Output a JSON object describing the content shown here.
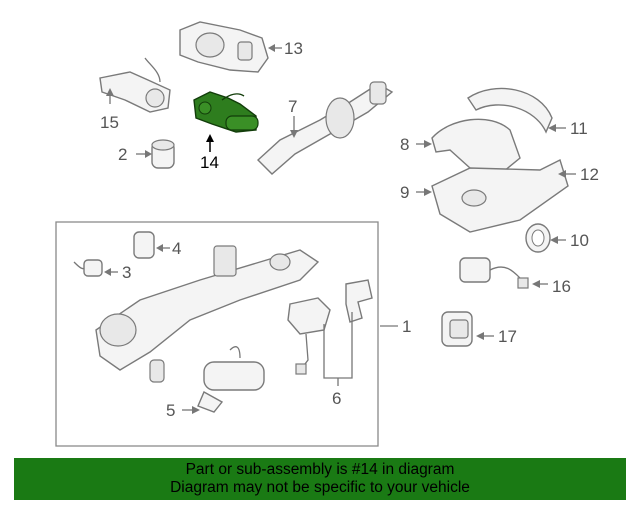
{
  "diagram": {
    "callouts": [
      "1",
      "2",
      "3",
      "4",
      "5",
      "6",
      "7",
      "8",
      "9",
      "10",
      "11",
      "12",
      "13",
      "14",
      "15",
      "16",
      "17"
    ],
    "highlighted_part": "14",
    "highlight_color": "#2e7d1e"
  },
  "banner": {
    "line1": "Part or sub-assembly is #14 in diagram",
    "line2": "Diagram may not be specific to your vehicle",
    "background": "#1a7a14"
  }
}
